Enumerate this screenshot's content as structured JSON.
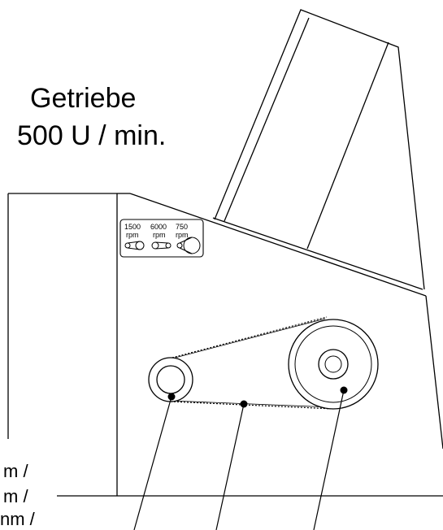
{
  "title": {
    "line1": "Getriebe",
    "line2": "500 U / min."
  },
  "speed_plate": {
    "labels": [
      {
        "value": "1500",
        "unit": "rpm"
      },
      {
        "value": "6000",
        "unit": "rpm"
      },
      {
        "value": "750",
        "unit": "rpm"
      }
    ]
  },
  "side_labels": [
    "m /",
    "m /",
    "nm /"
  ],
  "colors": {
    "stroke": "#000000",
    "background": "#ffffff"
  }
}
